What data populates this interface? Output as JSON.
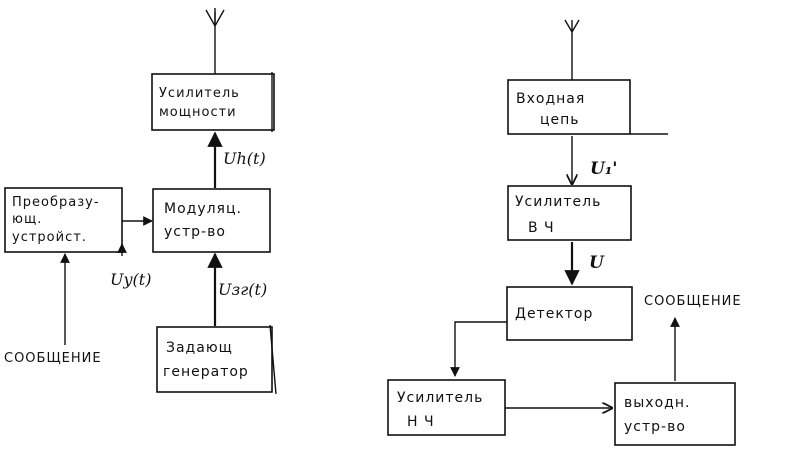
{
  "left_diagram": {
    "power_amp": [
      "Усилитель",
      "мощности"
    ],
    "modulator": [
      "Модуляц.",
      "устр-во"
    ],
    "converter": [
      "Преобразу-",
      "ющ.",
      "устройст."
    ],
    "master_osc": [
      "Задающ",
      "генератор"
    ],
    "message": "СООБЩЕНИЕ",
    "sig_uh": "Uh(t)",
    "sig_uy": "Uy(t)",
    "sig_uzg": "Uзг(t)"
  },
  "right_diagram": {
    "input_circuit": [
      "Входная",
      "цепь"
    ],
    "rf_amp": [
      "Усилитель",
      "В Ч"
    ],
    "detector": "Детектор",
    "af_amp": [
      "Усилитель",
      "Н Ч"
    ],
    "output_dev": [
      "выходн.",
      "устр-во"
    ],
    "message": "СООБЩЕНИЕ",
    "sig_u1": "U₁'",
    "sig_u": "U"
  }
}
